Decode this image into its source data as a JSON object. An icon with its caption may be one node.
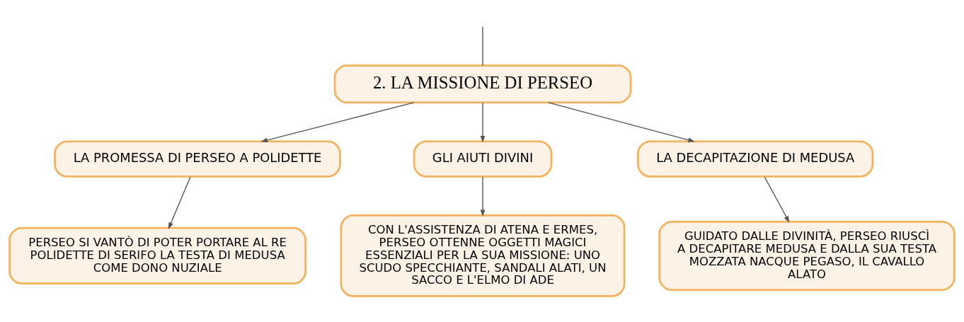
{
  "diagram": {
    "nodes": [
      {
        "text": [
          "2. LA MISSIONE DI PERSEO"
        ]
      },
      {
        "text": [
          "LA PROMESSA DI PERSEO A POLIDETTE"
        ]
      },
      {
        "text": [
          "GLI AIUTI DIVINI"
        ]
      },
      {
        "text": [
          "LA DECAPITAZIONE DI MEDUSA"
        ]
      },
      {
        "text": [
          "PERSEO SI VANTÒ DI POTER PORTARE AL RE POLIDETTE DI SERIFO LA TESTA DI MEDUSA COME DONO NUZIALE"
        ]
      },
      {
        "text": [
          "CON L'ASSISTENZA DI ATENA E ERMES, PERSEO OTTENNE OGGETTI MAGICI ESSENZIALI PER LA SUA MISSIONE: UNO SCUDO SPECCHIANTE, SANDALI ALATI, UN SACCO E L'ELMO DI ADE"
        ]
      },
      {
        "text": [
          "GUIDATO DALLE DIVINITÀ, PERSEO RIUSCÌ A DECAPITARE MEDUSA E DALLA SUA TESTA MOZZATA NACQUE PEGASO, IL CAVALLO ALATO"
        ]
      }
    ],
    "edges": [
      {
        "from": null,
        "to": 0,
        "arrow": "none"
      },
      {
        "from": 0,
        "to": 1,
        "arrow": "to"
      },
      {
        "from": 0,
        "to": 2,
        "arrow": "to"
      },
      {
        "from": 0,
        "to": 3,
        "arrow": "to"
      },
      {
        "from": 1,
        "to": 4,
        "arrow": "to"
      },
      {
        "from": 2,
        "to": 5,
        "arrow": "to"
      },
      {
        "from": 3,
        "to": 6,
        "arrow": "to"
      }
    ]
  }
}
